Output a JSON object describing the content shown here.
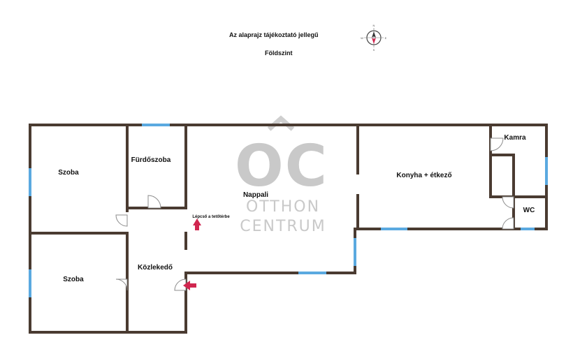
{
  "header": {
    "disclaimer": "Az alaprajz tájékoztató jellegű",
    "floor": "Földszint"
  },
  "compass": {
    "n": "N",
    "s": "S",
    "e": "E",
    "w": "W"
  },
  "watermark": {
    "mark": "OC",
    "line1": "OTTHON",
    "line2": "CENTRUM"
  },
  "rooms": {
    "szoba1": "Szoba",
    "furdo": "Fürdőszoba",
    "nappali": "Nappali",
    "konyha": "Konyha + étkező",
    "kamra": "Kamra",
    "wc": "WC",
    "szoba2": "Szoba",
    "kozlekedo": "Közlekedő"
  },
  "annotations": {
    "stairs": "Lépcső a tetőtérbe"
  },
  "colors": {
    "wall": "#4a3b31",
    "window": "#5aa9e0",
    "door": "#8c8c8c",
    "arrow": "#d0264f",
    "watermark": "#c9c9c9"
  }
}
